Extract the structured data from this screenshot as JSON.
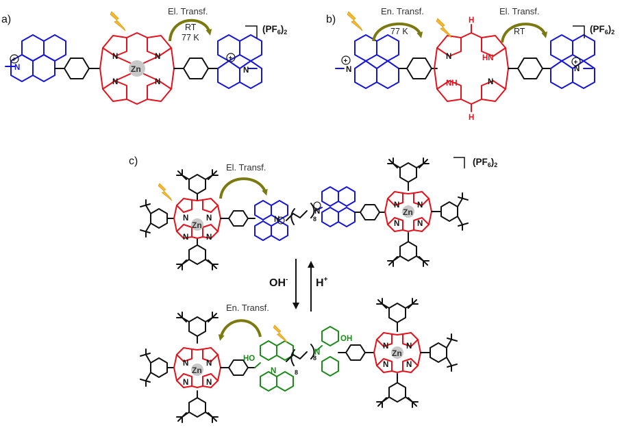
{
  "panels": {
    "a": {
      "label": "a)",
      "transfer": "El. Transf.",
      "cond1": "RT",
      "cond2": "77 K",
      "metal": "Zn"
    },
    "b": {
      "label": "b)",
      "transfer_left": "En. Transf.",
      "cond_left": "77 K",
      "transfer_right": "El. Transf.",
      "cond_right": "RT",
      "nh": "NH",
      "hn": "HN",
      "h": "H"
    },
    "c": {
      "label": "c)",
      "transfer_top": "El. Transf.",
      "transfer_bottom": "En. Transf.",
      "metal": "Zn",
      "chain_sub": "8",
      "oh": "HO",
      "oh2": "OH"
    }
  },
  "counter_ion": {
    "main": "(PF",
    "sub": "6",
    "close": ")",
    "sub2": "2"
  },
  "arrows": {
    "down": "OH",
    "down_sup": "-",
    "up": "H",
    "up_sup": "+"
  },
  "atoms": {
    "n": "N",
    "nplus": "+",
    "methyl": "—"
  },
  "colors": {
    "porphyrin": "#e8101a",
    "acridinium": "#1414e0",
    "acridinol": "#1a8a18",
    "arrow": "#7a7a10",
    "flash": "#f5b82e",
    "zinc": "#c8c8c8"
  },
  "icons": [
    "lightning-icon",
    "curved-arrow-icon",
    "equilibrium-arrow-icon"
  ]
}
